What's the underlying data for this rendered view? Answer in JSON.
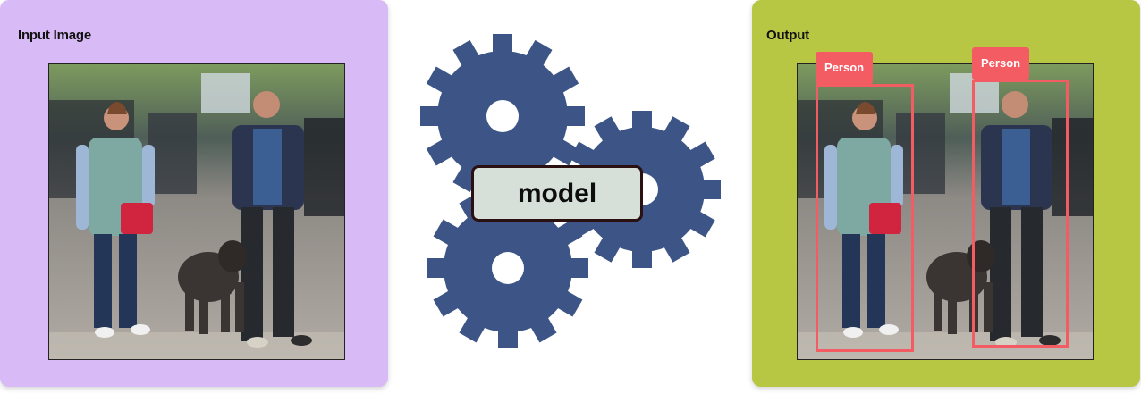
{
  "input_panel": {
    "title": "Input Image"
  },
  "model": {
    "label": "model"
  },
  "output_panel": {
    "title": "Output",
    "detections": [
      {
        "label": "Person"
      },
      {
        "label": "Person"
      }
    ]
  },
  "colors": {
    "input_panel_bg": "#d8baf6",
    "output_panel_bg": "#b7c744",
    "gear_color": "#3d5586",
    "model_box_bg": "#d6e0d9",
    "bbox_color": "#f45c64"
  }
}
